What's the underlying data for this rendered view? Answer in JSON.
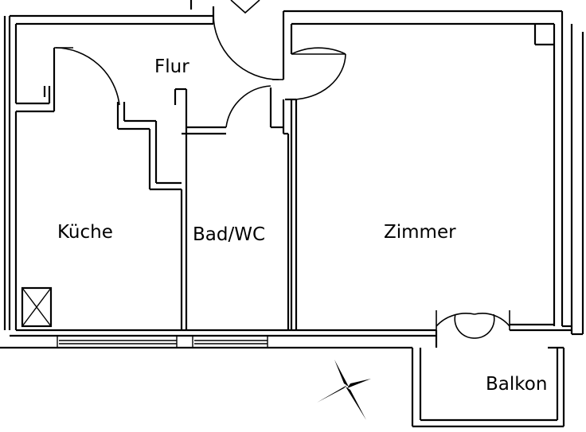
{
  "rooms": {
    "flur": "Flur",
    "kueche": "Küche",
    "bad": "Bad/WC",
    "zimmer": "Zimmer",
    "balkon": "Balkon"
  },
  "icons": {
    "compass": "compass-rose-icon",
    "shaft": "ventilation-shaft-icon"
  }
}
